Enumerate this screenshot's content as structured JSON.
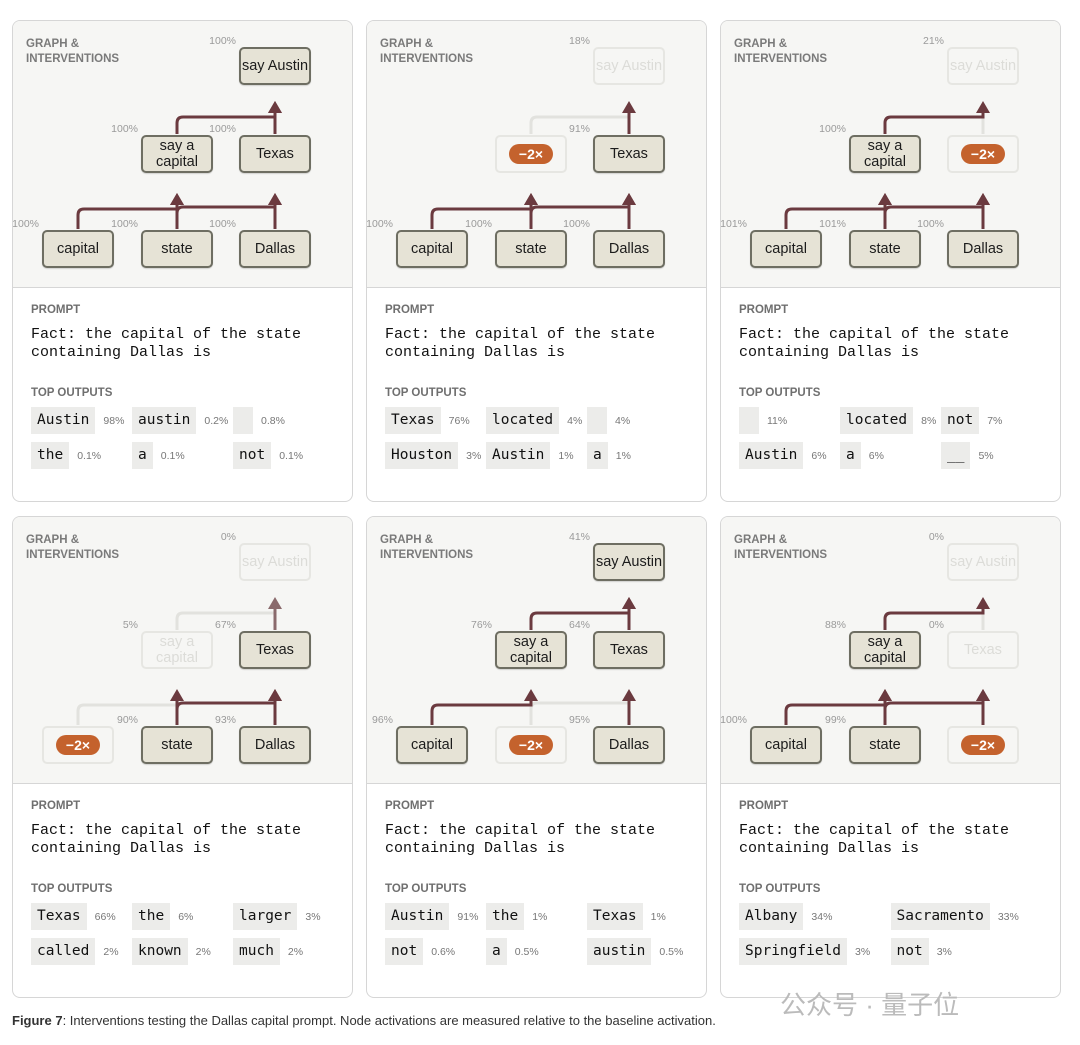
{
  "graph_title": "GRAPH &\nINTERVENTIONS",
  "prompt_label": "PROMPT",
  "outputs_label": "TOP OUTPUTS",
  "intervention_label": "−2×",
  "colors": {
    "edge": "#6b3a3f",
    "edge_medium": "#8a6a6c",
    "edge_faded": "#e2e2de",
    "intervention": "#c4622d"
  },
  "panels": [
    {
      "prompt": "Fact: the capital of the state\ncontaining Dallas is",
      "nodes": {
        "capital": {
          "label": "capital",
          "pct": "100%",
          "state": "active"
        },
        "state": {
          "label": "state",
          "pct": "100%",
          "state": "active"
        },
        "dallas": {
          "label": "Dallas",
          "pct": "100%",
          "state": "active"
        },
        "sayacap": {
          "label": "say a capital",
          "pct": "100%",
          "state": "active"
        },
        "texas": {
          "label": "Texas",
          "pct": "100%",
          "state": "active"
        },
        "sayaustin": {
          "label": "say Austin",
          "pct": "100%",
          "state": "active"
        }
      },
      "edges": {
        "cap_sac": "active",
        "st_sac": "active",
        "st_tx": "active",
        "da_tx": "active",
        "sac_sa": "active",
        "tx_sa": "active"
      },
      "cols": 3,
      "outputs": [
        {
          "token": "Austin",
          "p": "98%"
        },
        {
          "token": "austin",
          "p": "0.2%"
        },
        {
          "token": "",
          "p": "0.8%"
        },
        {
          "token": "the",
          "p": "0.1%"
        },
        {
          "token": "a",
          "p": "0.1%"
        },
        {
          "token": "not",
          "p": "0.1%"
        }
      ]
    },
    {
      "prompt": "Fact: the capital of the state\ncontaining Dallas is",
      "nodes": {
        "capital": {
          "label": "capital",
          "pct": "100%",
          "state": "active"
        },
        "state": {
          "label": "state",
          "pct": "100%",
          "state": "active"
        },
        "dallas": {
          "label": "Dallas",
          "pct": "100%",
          "state": "active"
        },
        "sayacap": {
          "label": "say a capital",
          "pct": "",
          "state": "inter"
        },
        "texas": {
          "label": "Texas",
          "pct": "91%",
          "state": "active"
        },
        "sayaustin": {
          "label": "say Austin",
          "pct": "18%",
          "state": "faded"
        }
      },
      "edges": {
        "cap_sac": "active",
        "st_sac": "active",
        "st_tx": "active",
        "da_tx": "active",
        "sac_sa": "faded",
        "tx_sa": "active"
      },
      "cols": 3,
      "outputs": [
        {
          "token": "Texas",
          "p": "76%"
        },
        {
          "token": "located",
          "p": "4%"
        },
        {
          "token": "",
          "p": "4%"
        },
        {
          "token": "Houston",
          "p": "3%"
        },
        {
          "token": "Austin",
          "p": "1%"
        },
        {
          "token": "a",
          "p": "1%"
        }
      ]
    },
    {
      "prompt": "Fact: the capital of the state\ncontaining Dallas is",
      "nodes": {
        "capital": {
          "label": "capital",
          "pct": "101%",
          "state": "active"
        },
        "state": {
          "label": "state",
          "pct": "101%",
          "state": "active"
        },
        "dallas": {
          "label": "Dallas",
          "pct": "100%",
          "state": "active"
        },
        "sayacap": {
          "label": "say a capital",
          "pct": "100%",
          "state": "active"
        },
        "texas": {
          "label": "Texas",
          "pct": "",
          "state": "inter"
        },
        "sayaustin": {
          "label": "say Austin",
          "pct": "21%",
          "state": "faded"
        }
      },
      "edges": {
        "cap_sac": "active",
        "st_sac": "active",
        "st_tx": "active",
        "da_tx": "active",
        "sac_sa": "active",
        "tx_sa": "faded"
      },
      "cols": 3,
      "outputs": [
        {
          "token": "",
          "p": "11%"
        },
        {
          "token": "located",
          "p": "8%"
        },
        {
          "token": "not",
          "p": "7%"
        },
        {
          "token": "Austin",
          "p": "6%"
        },
        {
          "token": "a",
          "p": "6%"
        },
        {
          "token": "__",
          "p": "5%"
        }
      ]
    },
    {
      "prompt": "Fact: the capital of the state\ncontaining Dallas is",
      "nodes": {
        "capital": {
          "label": "capital",
          "pct": "",
          "state": "inter"
        },
        "state": {
          "label": "state",
          "pct": "90%",
          "state": "active"
        },
        "dallas": {
          "label": "Dallas",
          "pct": "93%",
          "state": "active"
        },
        "sayacap": {
          "label": "say a capital",
          "pct": "5%",
          "state": "faded"
        },
        "texas": {
          "label": "Texas",
          "pct": "67%",
          "state": "active"
        },
        "sayaustin": {
          "label": "say Austin",
          "pct": "0%",
          "state": "faded"
        }
      },
      "edges": {
        "cap_sac": "faded",
        "st_sac": "active",
        "st_tx": "active",
        "da_tx": "active",
        "sac_sa": "faded",
        "tx_sa": "medium"
      },
      "cols": 3,
      "outputs": [
        {
          "token": "Texas",
          "p": "66%"
        },
        {
          "token": "the",
          "p": "6%"
        },
        {
          "token": "larger",
          "p": "3%"
        },
        {
          "token": "called",
          "p": "2%"
        },
        {
          "token": "known",
          "p": "2%"
        },
        {
          "token": "much",
          "p": "2%"
        }
      ]
    },
    {
      "prompt": "Fact: the capital of the state\ncontaining Dallas is",
      "nodes": {
        "capital": {
          "label": "capital",
          "pct": "96%",
          "state": "active"
        },
        "state": {
          "label": "state",
          "pct": "",
          "state": "inter"
        },
        "dallas": {
          "label": "Dallas",
          "pct": "95%",
          "state": "active"
        },
        "sayacap": {
          "label": "say a capital",
          "pct": "76%",
          "state": "active"
        },
        "texas": {
          "label": "Texas",
          "pct": "64%",
          "state": "active"
        },
        "sayaustin": {
          "label": "say Austin",
          "pct": "41%",
          "state": "active"
        }
      },
      "edges": {
        "cap_sac": "active",
        "st_sac": "faded",
        "st_tx": "faded",
        "da_tx": "active",
        "sac_sa": "active",
        "tx_sa": "active"
      },
      "cols": 3,
      "outputs": [
        {
          "token": "Austin",
          "p": "91%"
        },
        {
          "token": "the",
          "p": "1%"
        },
        {
          "token": "Texas",
          "p": "1%"
        },
        {
          "token": "not",
          "p": "0.6%"
        },
        {
          "token": "a",
          "p": "0.5%"
        },
        {
          "token": "austin",
          "p": "0.5%"
        }
      ]
    },
    {
      "prompt": "Fact: the capital of the state\ncontaining Dallas is",
      "nodes": {
        "capital": {
          "label": "capital",
          "pct": "100%",
          "state": "active"
        },
        "state": {
          "label": "state",
          "pct": "99%",
          "state": "active"
        },
        "dallas": {
          "label": "Dallas",
          "pct": "",
          "state": "inter"
        },
        "sayacap": {
          "label": "say a capital",
          "pct": "88%",
          "state": "active"
        },
        "texas": {
          "label": "Texas",
          "pct": "0%",
          "state": "faded"
        },
        "sayaustin": {
          "label": "say Austin",
          "pct": "0%",
          "state": "faded"
        }
      },
      "edges": {
        "cap_sac": "active",
        "st_sac": "active",
        "st_tx": "active",
        "da_tx": "active",
        "sac_sa": "active",
        "tx_sa": "faded"
      },
      "cols": 2,
      "outputs": [
        {
          "token": "Albany",
          "p": "34%"
        },
        {
          "token": "Sacramento",
          "p": "33%"
        },
        {
          "token": "Springfield",
          "p": "3%"
        },
        {
          "token": "not",
          "p": "3%"
        }
      ]
    }
  ],
  "caption_bold": "Figure 7",
  "caption": ": Interventions testing the Dallas capital prompt. Node activations are measured relative to the baseline activation.",
  "watermark": "公众号 · 量子位"
}
